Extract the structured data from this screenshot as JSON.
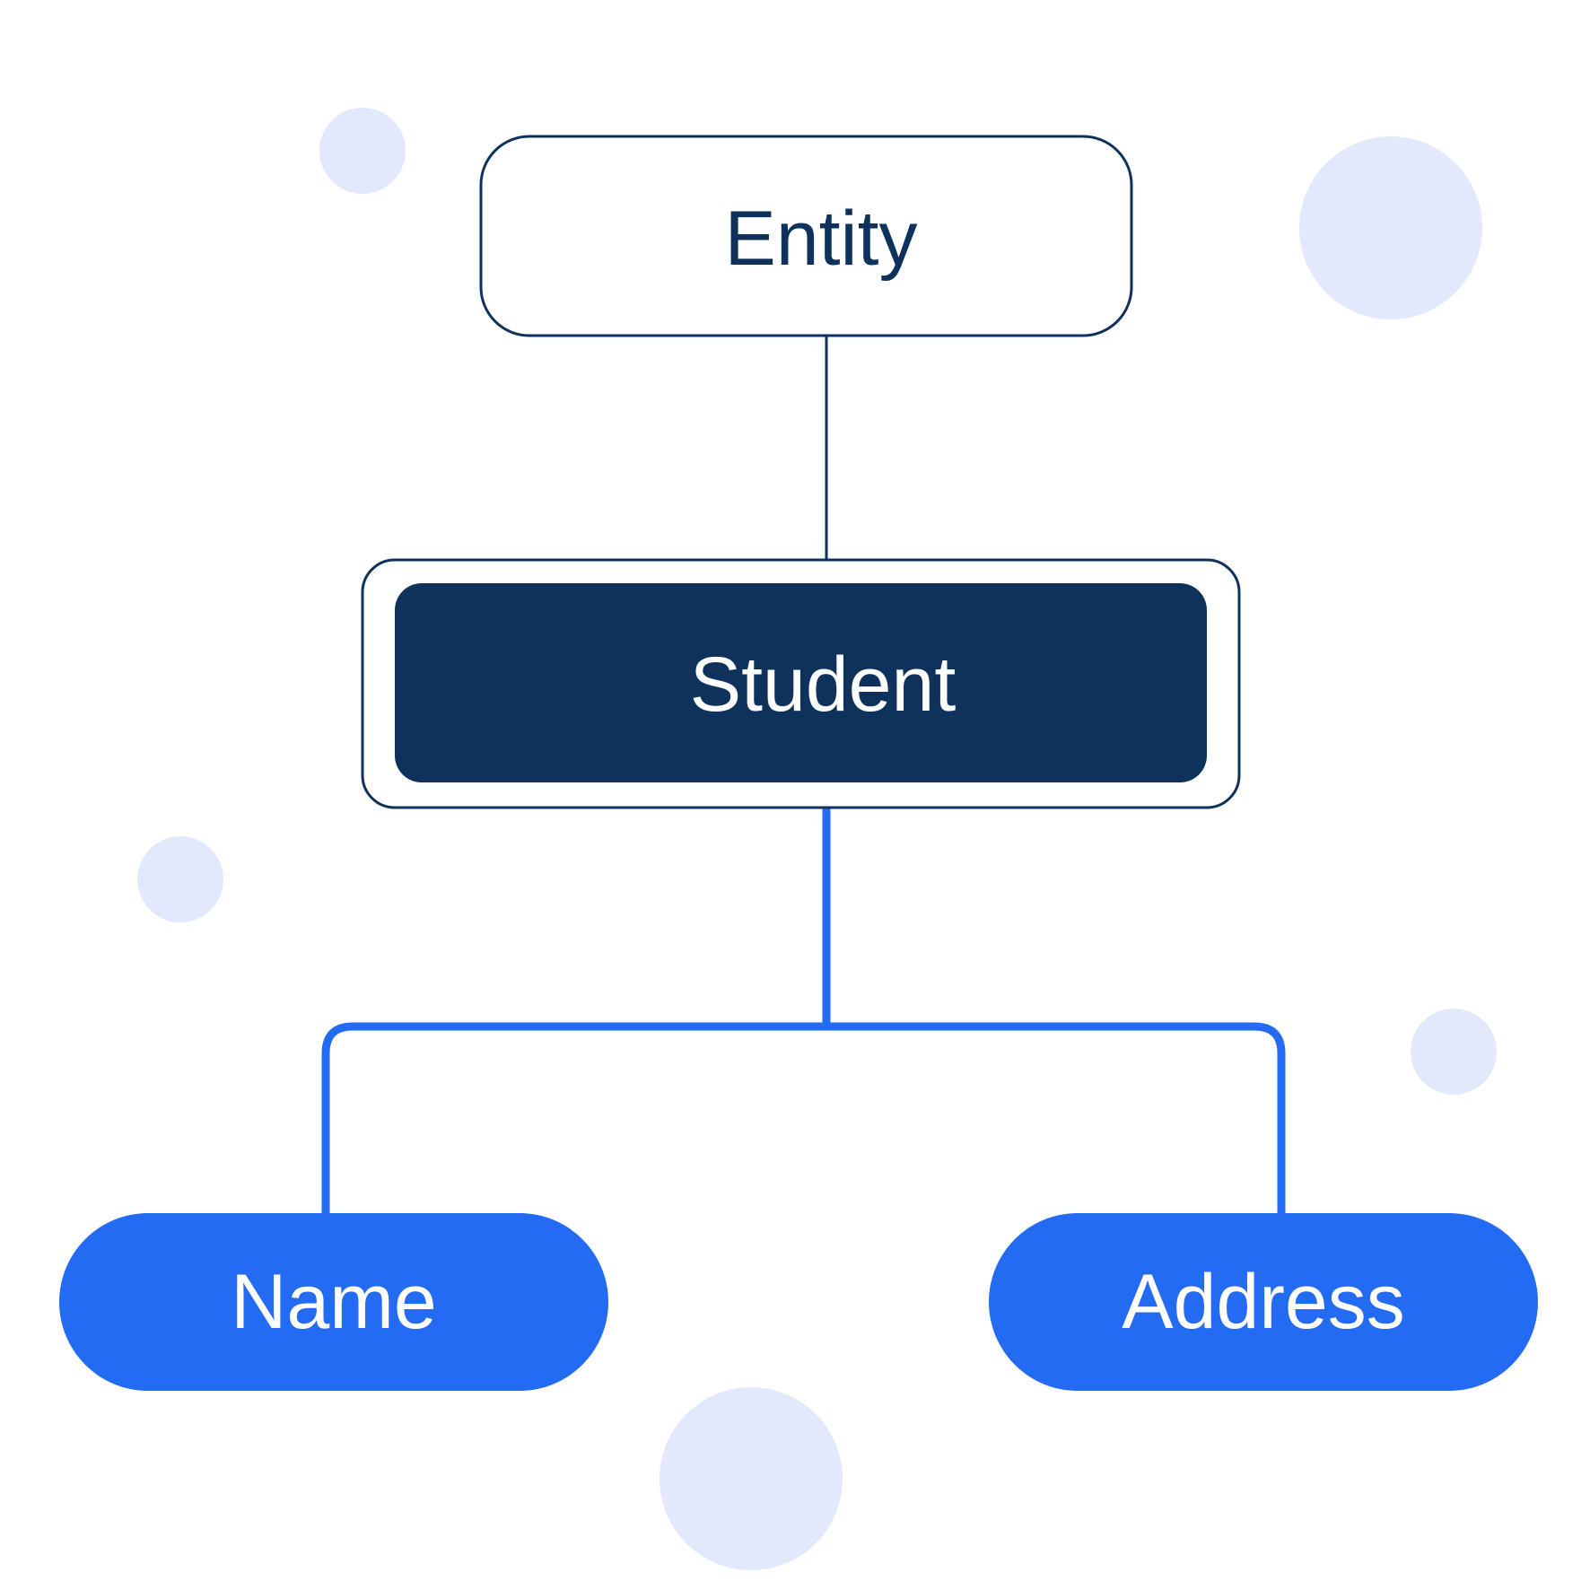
{
  "diagram": {
    "nodes": {
      "entity": {
        "label": "Entity"
      },
      "student": {
        "label": "Student"
      },
      "name": {
        "label": "Name"
      },
      "address": {
        "label": "Address"
      }
    },
    "colors": {
      "navy": "#0e325c",
      "blue": "#246bf3",
      "decor": "#e3e9fc",
      "white": "#ffffff"
    }
  }
}
